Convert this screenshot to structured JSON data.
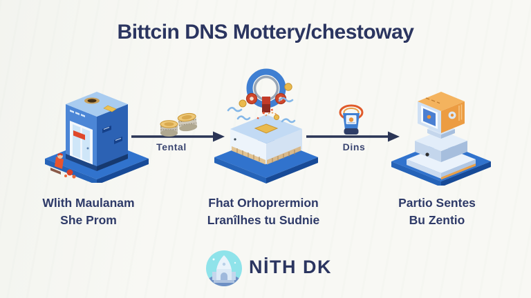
{
  "title": "Bittcin DNS Mottery/chestoway",
  "flow": {
    "steps": [
      {
        "illustration": "blue-atm-kiosk-building",
        "caption_line1": "Wlith Maulanam",
        "caption_line2": "She Prom"
      },
      {
        "illustration": "mining-box-with-ring-and-coins",
        "caption_line1": "Fhat Orhoprermion",
        "caption_line2": "Lranîlhes tu Sudnie"
      },
      {
        "illustration": "orange-retro-computer-pedestal",
        "caption_line1": "Partio Sentes",
        "caption_line2": "Bu Zentio"
      }
    ],
    "arrows": [
      {
        "label": "Tental",
        "icon": "gold-coin-stacks"
      },
      {
        "label": "Dins",
        "icon": "blue-bucket-with-orange-ring"
      }
    ]
  },
  "footer": {
    "brand": "NİTH DK",
    "logo": "turquoise-building-badge"
  },
  "colors": {
    "background": "#f8f8f4",
    "title_text": "#2b3560",
    "caption_text": "#2e3a68",
    "arrow": "#2b3556",
    "platform_blue": "#3173cd",
    "platform_edge_dark": "#1d4f9e",
    "building_blue": "#4c86d6",
    "building_blue_dark": "#2c62b4",
    "light_blue": "#cfe4f7",
    "accent_orange": "#e8923a",
    "accent_red": "#d8482a",
    "gold": "#e8b84e",
    "logo_turquoise": "#8fe3ea"
  }
}
